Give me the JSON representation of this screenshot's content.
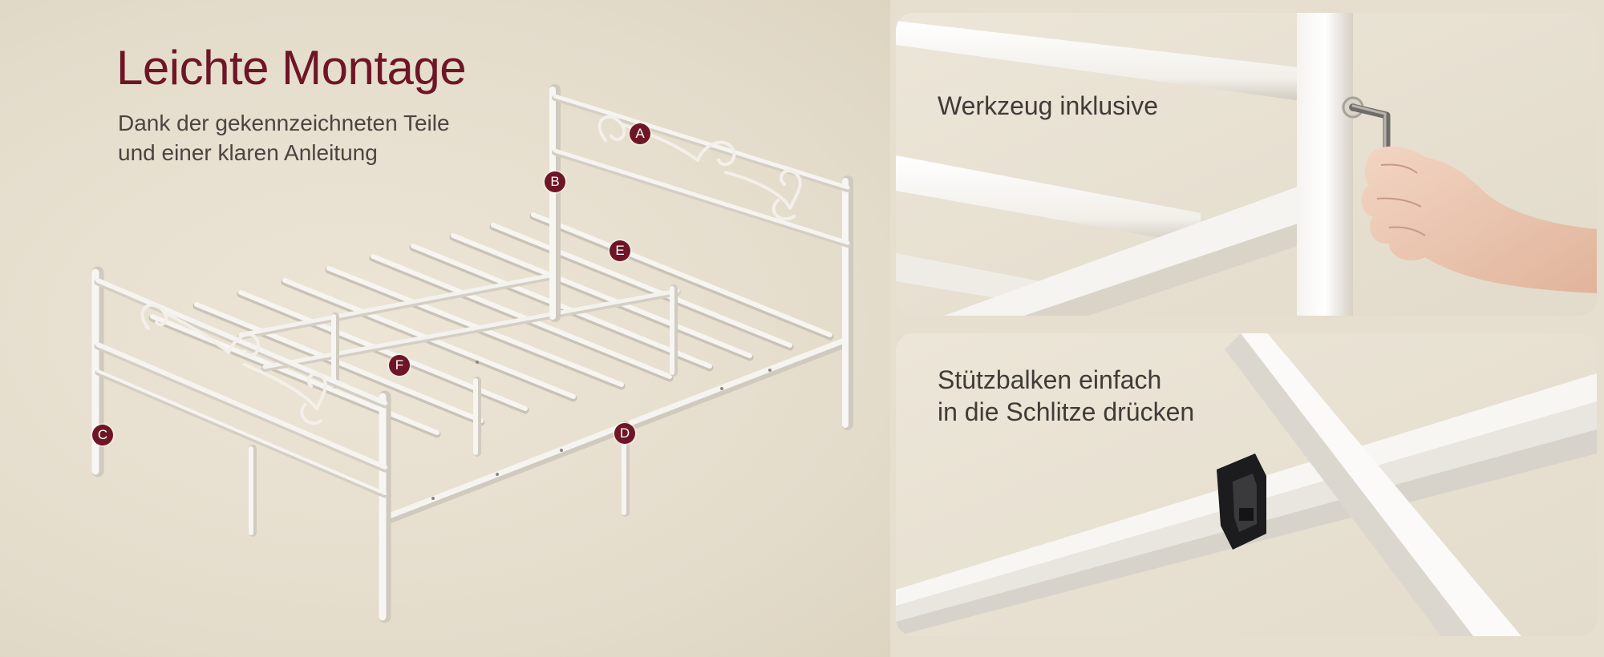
{
  "header": {
    "title": "Leichte Montage",
    "subtitle_line1": "Dank der gekennzeichneten Teile",
    "subtitle_line2": "und einer klaren Anleitung"
  },
  "markers": {
    "a": "A",
    "b": "B",
    "c": "C",
    "d": "D",
    "e": "E",
    "f": "F"
  },
  "panels": {
    "tool": {
      "caption": "Werkzeug inklusive"
    },
    "slot": {
      "caption_line1": "Stützbalken einfach",
      "caption_line2": "in die Schlitze drücken"
    }
  },
  "colors": {
    "accent": "#6e1526",
    "background": "#e6dece",
    "frame": "#f4f2ee"
  }
}
